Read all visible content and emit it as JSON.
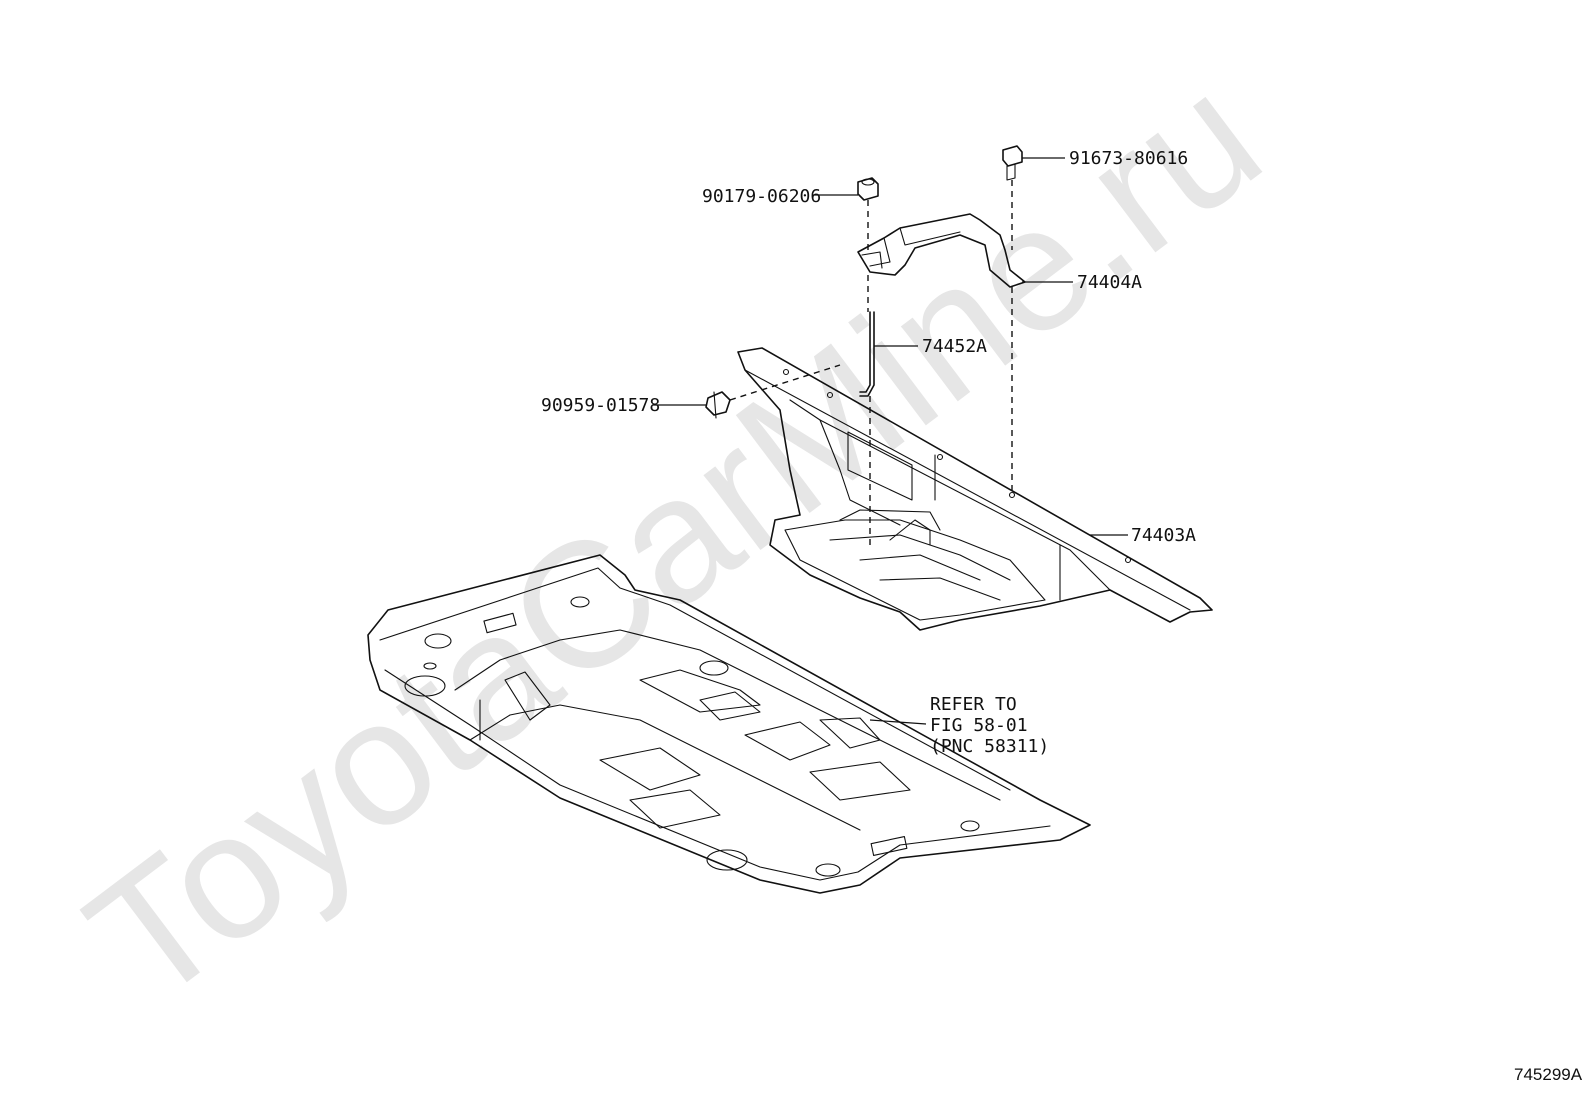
{
  "watermark": "ToyotaCarMine.ru",
  "figure_id": "745299A",
  "callouts": {
    "bolt": "91673-80616",
    "nut": "90179-06206",
    "bracket": "74404A",
    "rod": "74452A",
    "clip": "90959-01578",
    "tray": "74403A",
    "refer_line1": "REFER TO",
    "refer_line2": "FIG 58-01",
    "refer_line3": "(PNC 58311)"
  }
}
